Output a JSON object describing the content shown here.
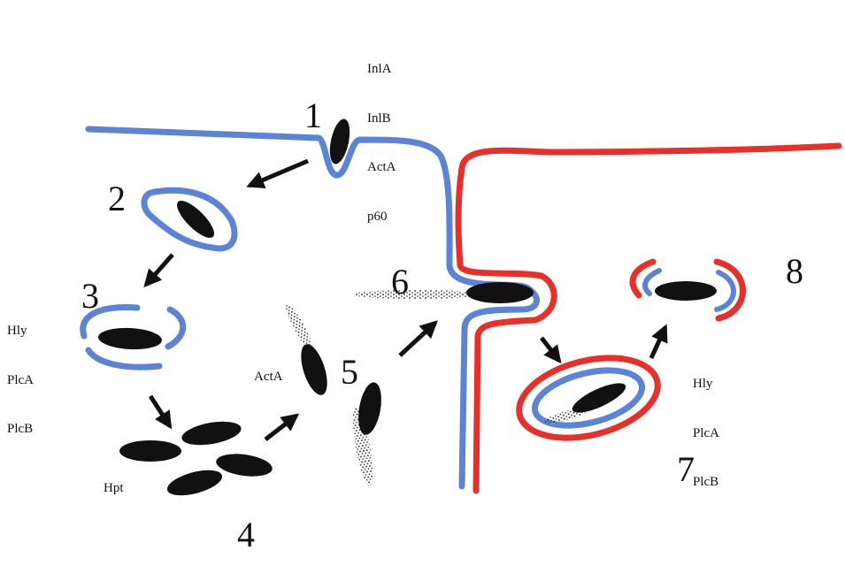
{
  "colors": {
    "host_membrane": "#5b84d4",
    "neighbor_membrane": "#e8302a",
    "bacterium": "#111111",
    "arrow": "#111111"
  },
  "steps": {
    "s1": "1",
    "s2": "2",
    "s3": "3",
    "s4": "4",
    "s5": "5",
    "s6": "6",
    "s7": "7",
    "s8": "8"
  },
  "labels": {
    "entry_factors": [
      "InlA",
      "InlB",
      "ActA",
      "p60"
    ],
    "escape_factors_left": [
      "Hly",
      "PlcA",
      "PlcB"
    ],
    "escape_factors_right": [
      "Hly",
      "PlcA",
      "PlcB"
    ],
    "actin_label": "ActA",
    "replication_label": "Hpt"
  }
}
